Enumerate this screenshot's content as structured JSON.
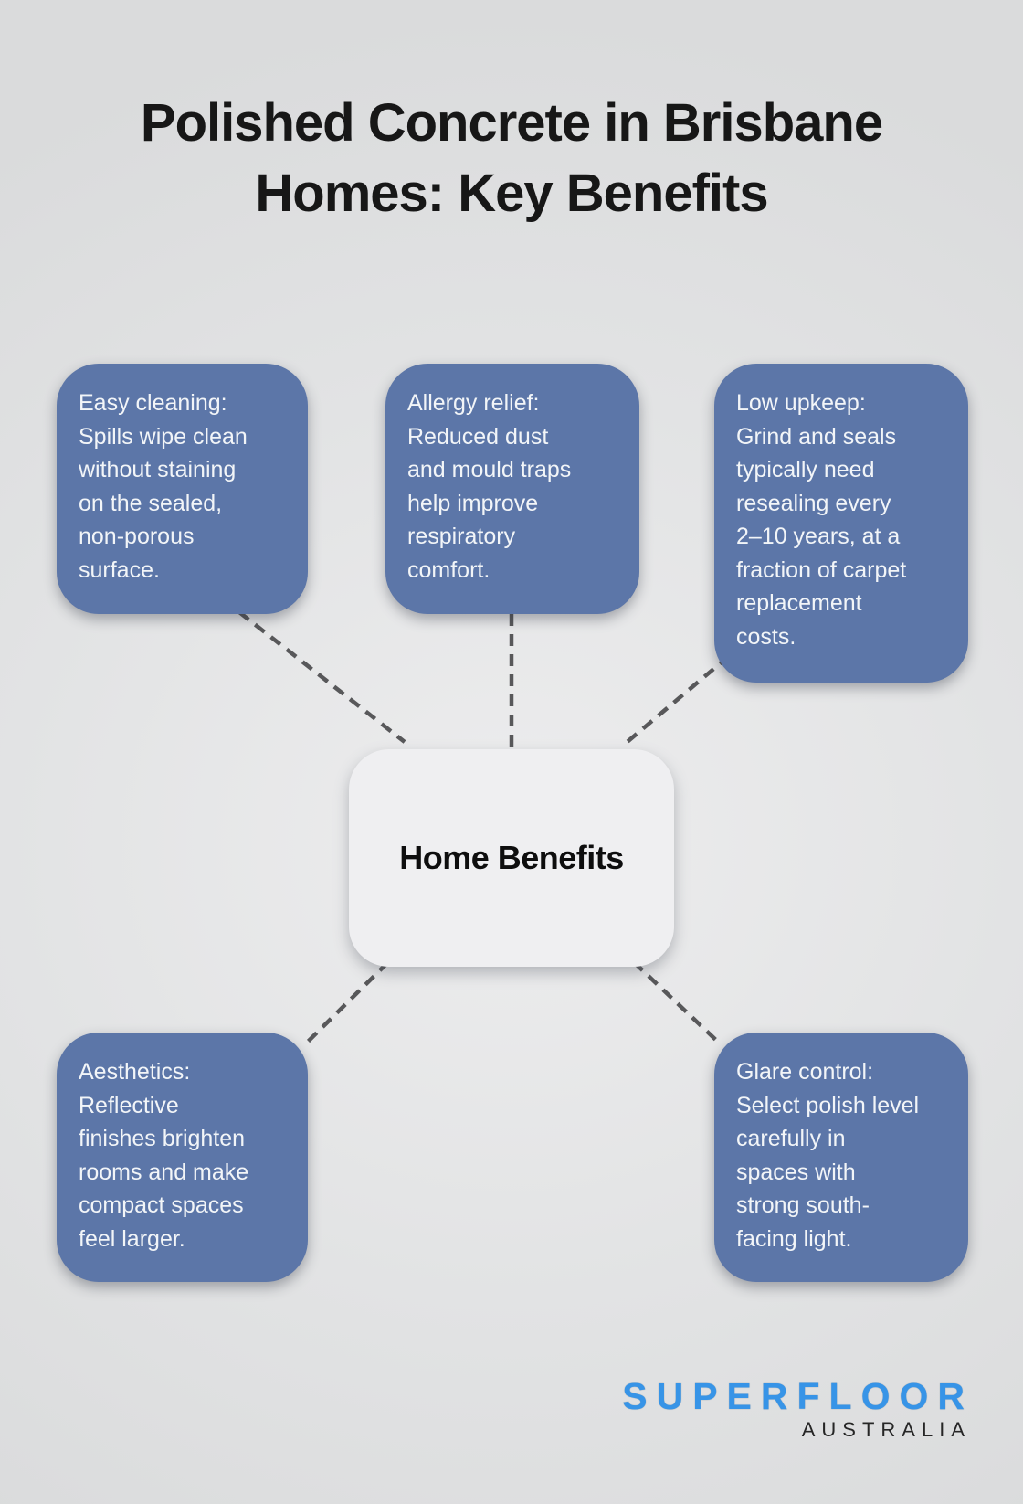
{
  "title": [
    "Polished Concrete in Brisbane",
    "Homes: Key Benefits"
  ],
  "center": {
    "label": "Home Benefits"
  },
  "nodes": [
    {
      "id": "easy-cleaning",
      "lines": [
        "Easy cleaning:",
        "Spills wipe clean",
        "without staining",
        "on the sealed,",
        "non-porous",
        "surface."
      ]
    },
    {
      "id": "allergy-relief",
      "lines": [
        "Allergy relief:",
        "Reduced dust",
        "and mould traps",
        "help improve",
        "respiratory",
        "comfort."
      ]
    },
    {
      "id": "low-upkeep",
      "lines": [
        "Low upkeep:",
        "Grind and seals",
        "typically need",
        "resealing every",
        "2–10 years, at a",
        "fraction of carpet",
        "replacement",
        "costs."
      ]
    },
    {
      "id": "aesthetics",
      "lines": [
        "Aesthetics:",
        "Reflective",
        "finishes brighten",
        "rooms and make",
        "compact spaces",
        "feel larger."
      ]
    },
    {
      "id": "glare-control",
      "lines": [
        "Glare control:",
        "Select polish level",
        "carefully in",
        "spaces with",
        "strong south-",
        "facing light."
      ]
    }
  ],
  "logo": {
    "brand": "SUPERFLOOR",
    "region": "AUSTRALIA"
  },
  "colors": {
    "background": "#e0e1e2",
    "node_fill": "#5c76a8",
    "node_text": "#f2f5f8",
    "center_fill": "#efeff1",
    "connector": "#58585a",
    "title_text": "#171717",
    "brand_blue": "#3794e7",
    "brand_region_text": "#262626"
  }
}
